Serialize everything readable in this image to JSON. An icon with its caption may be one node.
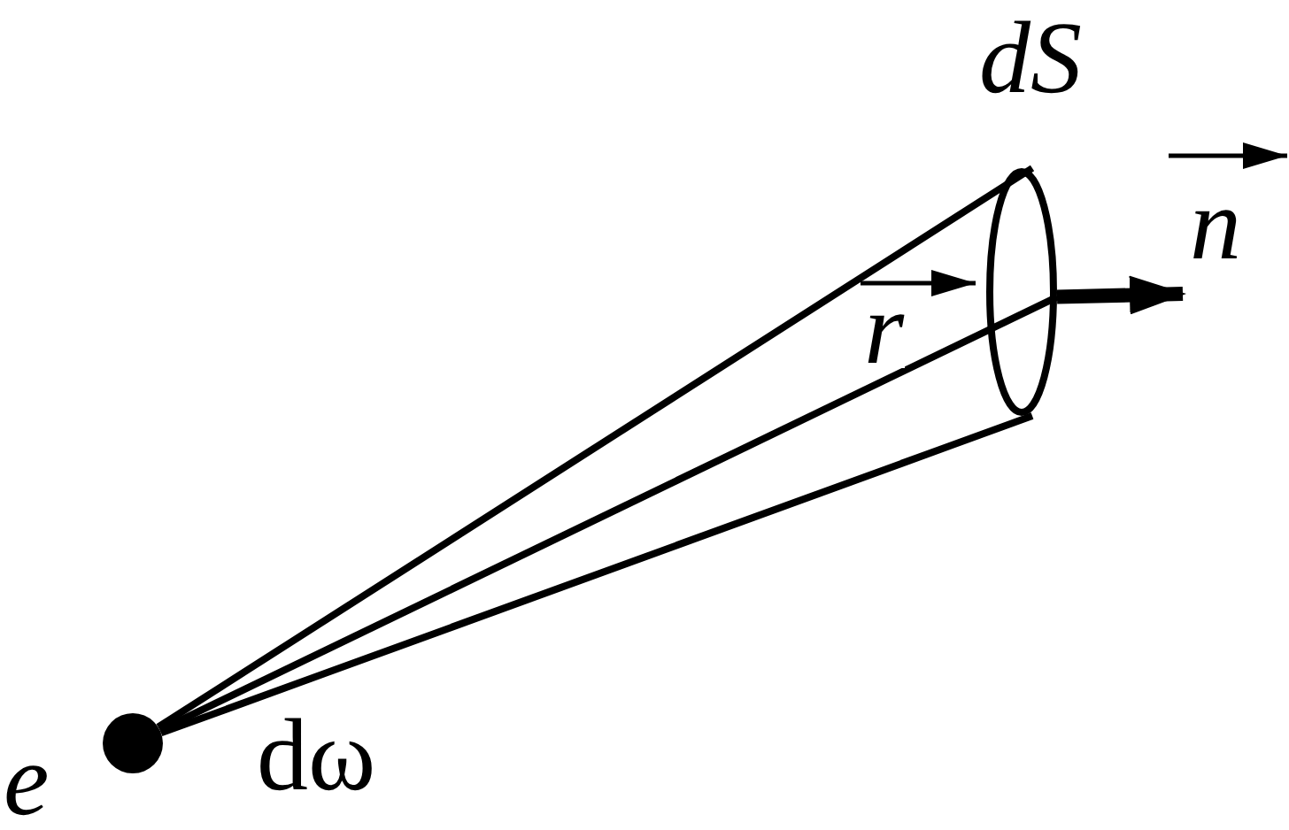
{
  "diagram": {
    "nodes": [
      {
        "text": [],
        "shape": "circle",
        "beside": [
          "e"
        ]
      },
      {
        "text": [],
        "shape": "ellipse",
        "beside": [
          "dS"
        ]
      }
    ],
    "edges": [
      {
        "from": 0,
        "to": 1,
        "arrow": "none"
      },
      {
        "from": 0,
        "to": 1,
        "arrow": "none"
      },
      {
        "from": 0,
        "to": 1,
        "arrow": "none"
      },
      {
        "from": 1,
        "to": null,
        "arrow": "to",
        "style": "thick"
      }
    ],
    "labels": [
      "r",
      "n",
      "dω"
    ]
  }
}
